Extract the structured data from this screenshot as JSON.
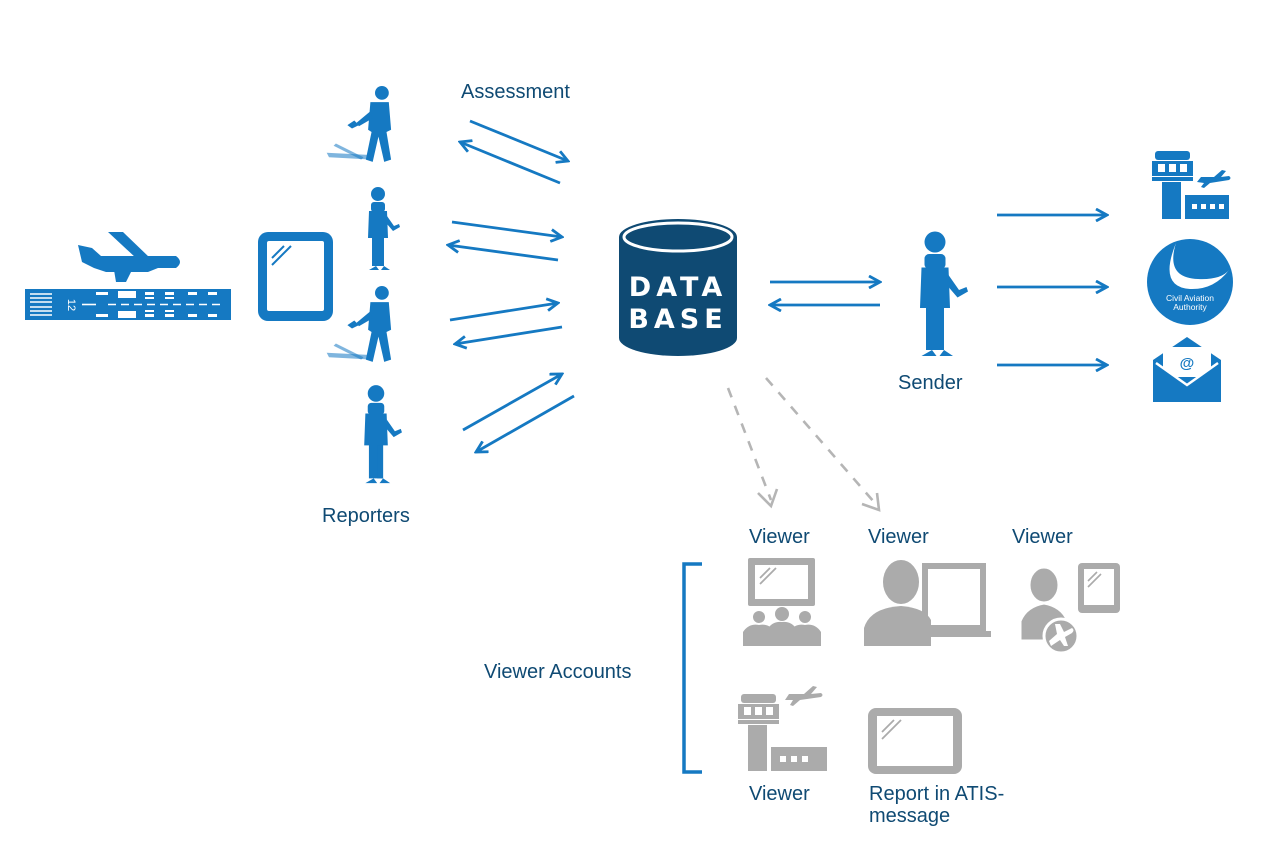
{
  "labels": {
    "assessment": "Assessment",
    "reporters": "Reporters",
    "sender": "Sender",
    "viewer_accounts": "Viewer Accounts",
    "viewer_1": "Viewer",
    "viewer_2": "Viewer",
    "viewer_3": "Viewer",
    "viewer_4": "Viewer",
    "atis_report": "Report in ATIS-message"
  },
  "database": {
    "line1": "DATA",
    "line2": "BASE"
  },
  "runway": {
    "marking": "12"
  },
  "recipients": {
    "authority_line1": "Civil Aviation",
    "authority_line2": "Authority",
    "email_symbol": "@"
  },
  "icons": [
    "airplane-icon",
    "runway-icon",
    "tablet-icon",
    "reporter-icon",
    "database-icon",
    "sender-icon",
    "control-tower-icon",
    "aviation-authority-icon",
    "email-icon",
    "group-monitor-icon",
    "desktop-user-icon",
    "mobile-pilot-icon",
    "tablet-screen-icon"
  ],
  "colors": {
    "primary_blue": "#1579c2",
    "dark_navy": "#0f4a73",
    "text_navy": "#0f4a73",
    "viewer_gray": "#ababab",
    "dashed_gray": "#b5b5b5"
  }
}
